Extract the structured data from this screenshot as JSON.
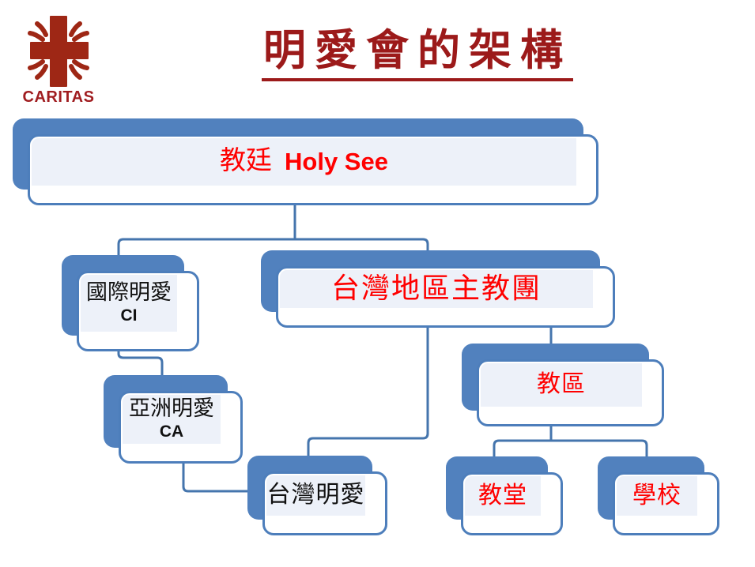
{
  "slide": {
    "kind": "organization-chart-slide"
  },
  "logo": {
    "icon": "caritas-cross-icon",
    "brand": "CARITAS"
  },
  "title": {
    "text": "明愛會的架構"
  },
  "colors": {
    "accent_blue_shadow": "#5181BE",
    "box_border_blue": "#4D7EBB",
    "connector_blue": "#4575AD",
    "panel_fill": "#EDF1F9",
    "node_text_red": "#FF0000",
    "node_text_black": "#111111",
    "title_red": "#9C1A1A",
    "logo_red": "#9E2715",
    "wordmark_red": "#A01D20"
  },
  "chart_data": {
    "type": "org-tree",
    "nodes": {
      "holy_see": {
        "label": "教廷",
        "sublabel": "Holy See",
        "text_color": "red"
      },
      "caritas_internationalis": {
        "label": "國際明愛",
        "sublabel": "CI",
        "text_color": "black"
      },
      "taiwan_bishops_conference": {
        "label": "台灣地區主教團",
        "text_color": "red"
      },
      "caritas_asia": {
        "label": "亞洲明愛",
        "sublabel": "CA",
        "text_color": "black"
      },
      "taiwan_caritas": {
        "label": "台灣明愛",
        "text_color": "black"
      },
      "diocese": {
        "label": "教區",
        "text_color": "red"
      },
      "church": {
        "label": "教堂",
        "text_color": "red"
      },
      "school": {
        "label": "學校",
        "text_color": "red"
      }
    },
    "edges": [
      {
        "from": "holy_see",
        "to": "caritas_internationalis"
      },
      {
        "from": "holy_see",
        "to": "taiwan_bishops_conference"
      },
      {
        "from": "caritas_internationalis",
        "to": "caritas_asia"
      },
      {
        "from": "caritas_asia",
        "to": "taiwan_caritas"
      },
      {
        "from": "taiwan_bishops_conference",
        "to": "taiwan_caritas"
      },
      {
        "from": "taiwan_bishops_conference",
        "to": "diocese"
      },
      {
        "from": "diocese",
        "to": "church"
      },
      {
        "from": "diocese",
        "to": "school"
      }
    ]
  },
  "nodes": {
    "holy_see": {
      "label": "教廷",
      "sublabel": "Holy See"
    },
    "caritas_internationalis": {
      "label": "國際明愛",
      "sublabel": "CI"
    },
    "taiwan_bishops_conference": {
      "label": "台灣地區主教團"
    },
    "caritas_asia": {
      "label": "亞洲明愛",
      "sublabel": "CA"
    },
    "taiwan_caritas": {
      "label": "台灣明愛"
    },
    "diocese": {
      "label": "教區"
    },
    "church": {
      "label": "教堂"
    },
    "school": {
      "label": "學校"
    }
  }
}
